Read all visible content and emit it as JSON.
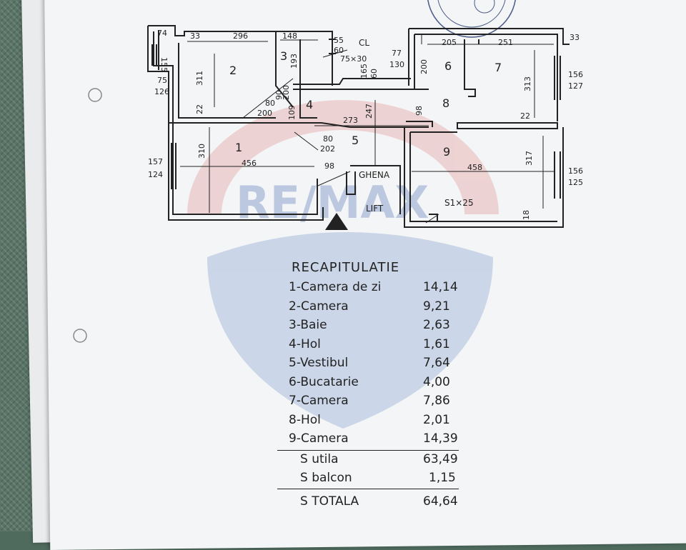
{
  "watermark": {
    "brand_text": "RE/MAX",
    "colors": {
      "red": "#e8b4b4",
      "blue": "#9fb3d8"
    }
  },
  "plan": {
    "rooms": [
      "1",
      "2",
      "3",
      "4",
      "5",
      "6",
      "7",
      "8",
      "9"
    ],
    "labels": {
      "cl": "CL",
      "ghena": "GHENA",
      "lift": "LIFT",
      "s1": "S1×25"
    },
    "dims": {
      "d74": "74",
      "d33a": "33",
      "d296": "296",
      "d148": "148",
      "d55": "55",
      "d60a": "60",
      "d75x30": "75×30",
      "d155": "155",
      "d75": "75",
      "d126": "126",
      "d311": "311",
      "d22a": "22",
      "d193": "193",
      "d165": "165",
      "d60b": "60",
      "d80a": "80",
      "d90": "90",
      "d200a": "200",
      "d200b": "200",
      "d109": "109",
      "d273": "273",
      "d247": "247",
      "d98a": "98",
      "d80b": "80",
      "d202": "202",
      "d157": "157",
      "d124": "124",
      "d310": "310",
      "d456": "456",
      "d98b": "98",
      "d77": "77",
      "d130": "130",
      "d200c": "200",
      "d205": "205",
      "d251": "251",
      "d33b": "33",
      "d156a": "156",
      "d127": "127",
      "d313": "313",
      "d22b": "22",
      "d458": "458",
      "d317": "317",
      "d156b": "156",
      "d125": "125",
      "d18": "18"
    }
  },
  "recap": {
    "title": "RECAPITULATIE",
    "rows": [
      {
        "label": "1-Camera de zi",
        "value": "14,14"
      },
      {
        "label": "2-Camera",
        "value": "9,21"
      },
      {
        "label": "3-Baie",
        "value": "2,63"
      },
      {
        "label": "4-Hol",
        "value": "1,61"
      },
      {
        "label": "5-Vestibul",
        "value": "7,64"
      },
      {
        "label": "6-Bucatarie",
        "value": "4,00"
      },
      {
        "label": "7-Camera",
        "value": "7,86"
      },
      {
        "label": "8-Hol",
        "value": "2,01"
      },
      {
        "label": "9-Camera",
        "value": "14,39"
      }
    ],
    "s_utila": {
      "label": "S utila",
      "value": "63,49"
    },
    "s_balcon": {
      "label": "S balcon",
      "value": "1,15"
    },
    "s_totala": {
      "label": "S TOTALA",
      "value": "64,64"
    }
  }
}
